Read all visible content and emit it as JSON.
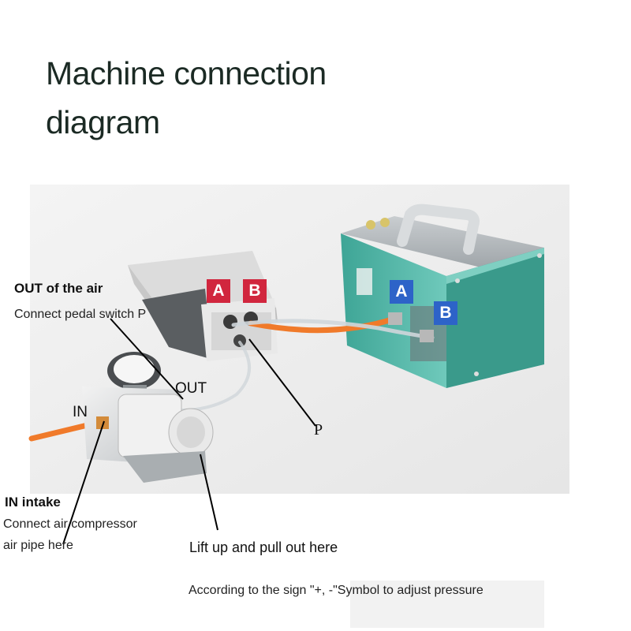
{
  "title": {
    "line1": "Machine connection",
    "line2": "diagram"
  },
  "labels": {
    "out_air_heading": "OUT of the air",
    "out_air_desc": "Connect pedal switch P",
    "out_label": "OUT",
    "in_label": "IN",
    "p_label": "P",
    "in_intake_heading": "IN intake",
    "in_intake_desc_line1": "Connect air compressor",
    "in_intake_desc_line2": "air pipe here",
    "lift_note": "Lift up and pull out here",
    "pressure_note": "According to the sign \"+,  -\"Symbol to adjust pressure"
  },
  "ports": {
    "pedal_a": "A",
    "pedal_b": "B",
    "machine_a": "A",
    "machine_b": "B"
  },
  "colors": {
    "port_red": "#d1263e",
    "port_blue": "#2d63c8",
    "machine_teal": "#4fb8a8",
    "hose_orange": "#f07a2a"
  }
}
